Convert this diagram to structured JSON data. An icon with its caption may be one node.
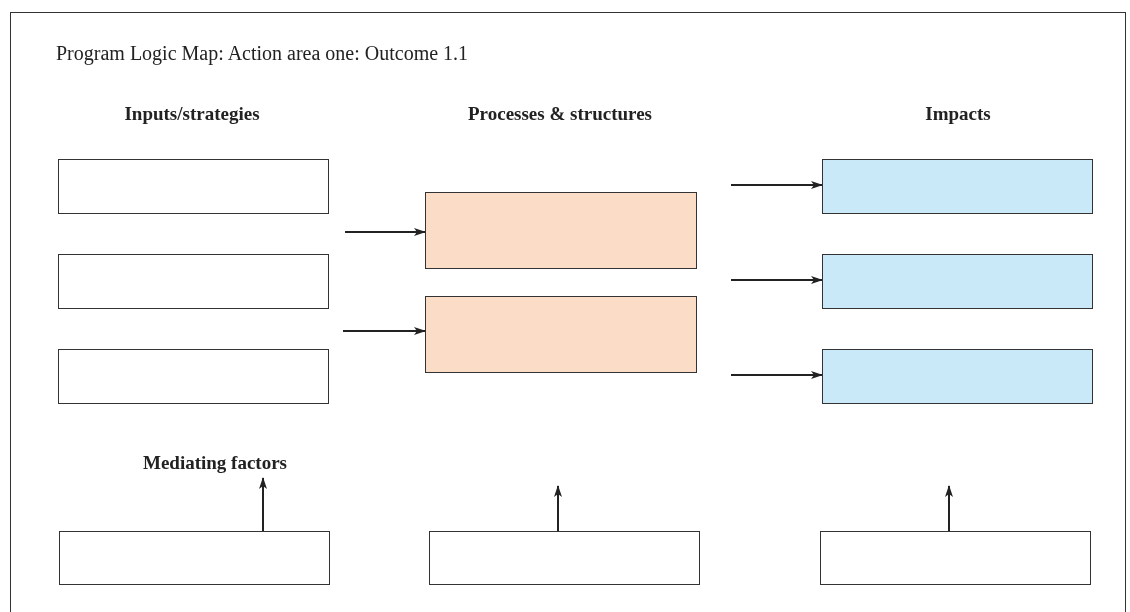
{
  "diagram": {
    "title": "Program Logic Map: Action area one: Outcome 1.1",
    "nodes": [
      {
        "text": [],
        "shape": "box"
      },
      {
        "text": [],
        "shape": "box"
      },
      {
        "text": [],
        "shape": "box"
      },
      {
        "text": [],
        "shape": "box"
      },
      {
        "text": [],
        "shape": "box"
      },
      {
        "text": [],
        "shape": "box"
      },
      {
        "text": [],
        "shape": "box"
      },
      {
        "text": [],
        "shape": "box"
      },
      {
        "text": [
          "Mediating factors"
        ]
      },
      {
        "text": [],
        "shape": "box"
      },
      {
        "text": [],
        "shape": "box"
      },
      {
        "text": [],
        "shape": "box"
      }
    ],
    "edges": [
      {
        "from": null,
        "to": 3,
        "arrow": "to"
      },
      {
        "from": null,
        "to": 4,
        "arrow": "to"
      },
      {
        "from": null,
        "to": 5,
        "arrow": "to"
      },
      {
        "from": null,
        "to": 6,
        "arrow": "to"
      },
      {
        "from": null,
        "to": 7,
        "arrow": "to"
      },
      {
        "from": 9,
        "to": 8,
        "arrow": "to"
      },
      {
        "from": 10,
        "to": null,
        "arrow": "to"
      },
      {
        "from": 11,
        "to": null,
        "arrow": "to"
      }
    ],
    "labels": [
      "Inputs/strategies",
      "Processes & structures",
      "Impacts"
    ]
  }
}
